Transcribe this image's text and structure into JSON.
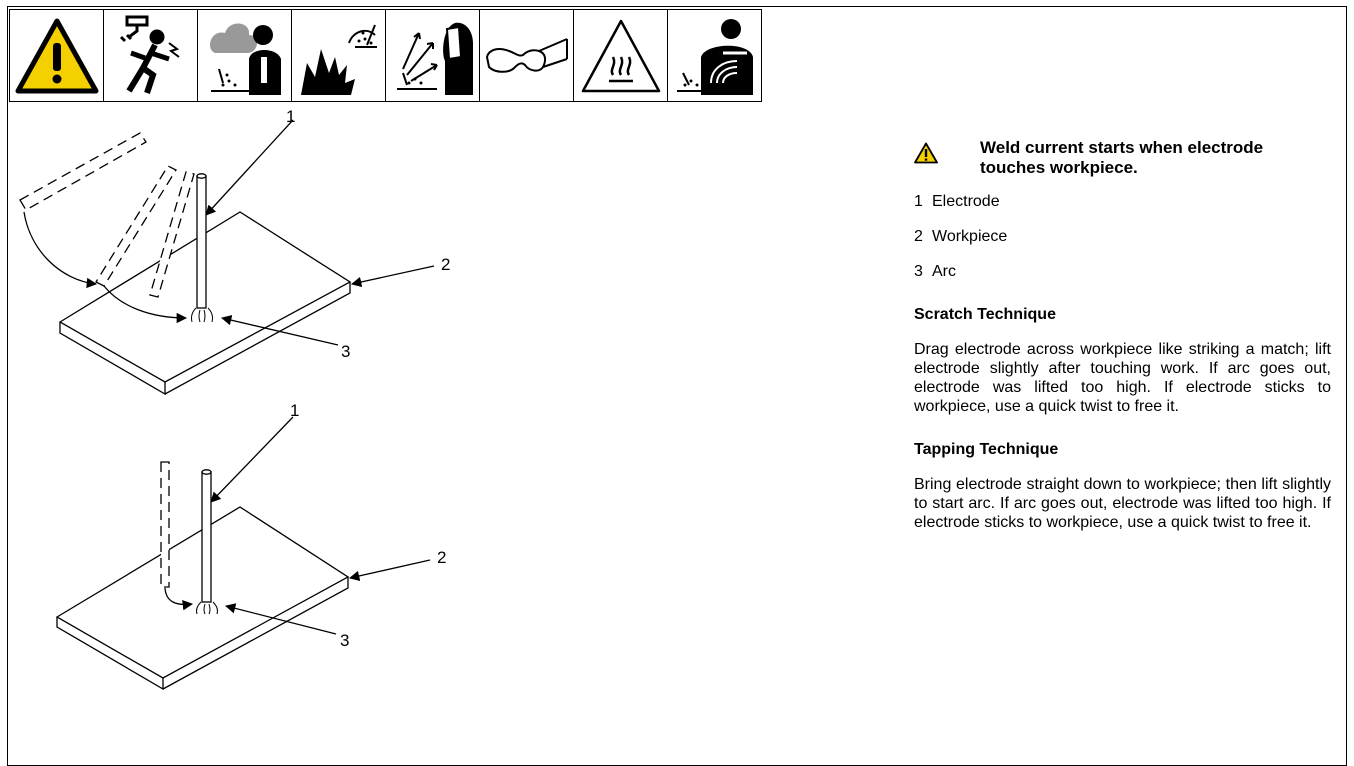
{
  "hazard_icons": [
    "general-warning-icon",
    "electric-shock-icon",
    "fumes-and-gases-icon",
    "fire-explosion-icon",
    "arc-rays-icon",
    "safety-glasses-icon",
    "hot-surface-icon",
    "emf-icon"
  ],
  "figure": {
    "scratch": {
      "electrode": "1",
      "workpiece": "2",
      "arc": "3"
    },
    "tapping": {
      "electrode": "1",
      "workpiece": "2",
      "arc": "3"
    }
  },
  "text": {
    "warning": "Weld current starts when electrode touches workpiece.",
    "legend": [
      {
        "num": "1",
        "label": "Electrode"
      },
      {
        "num": "2",
        "label": "Workpiece"
      },
      {
        "num": "3",
        "label": "Arc"
      }
    ],
    "scratch_heading": "Scratch Technique",
    "scratch_body": "Drag electrode across workpiece like striking a match; lift electrode slightly after touching work. If arc goes out, electrode was lifted too high. If electrode sticks to workpiece, use a quick twist to free it.",
    "tapping_heading": "Tapping Technique",
    "tapping_body": "Bring electrode straight down to workpiece; then lift slightly to start arc. If arc goes out, electrode was lifted too high. If electrode sticks to workpiece, use a quick twist to free it."
  },
  "colors": {
    "warning_yellow": "#f5d000",
    "ink": "#000000"
  }
}
